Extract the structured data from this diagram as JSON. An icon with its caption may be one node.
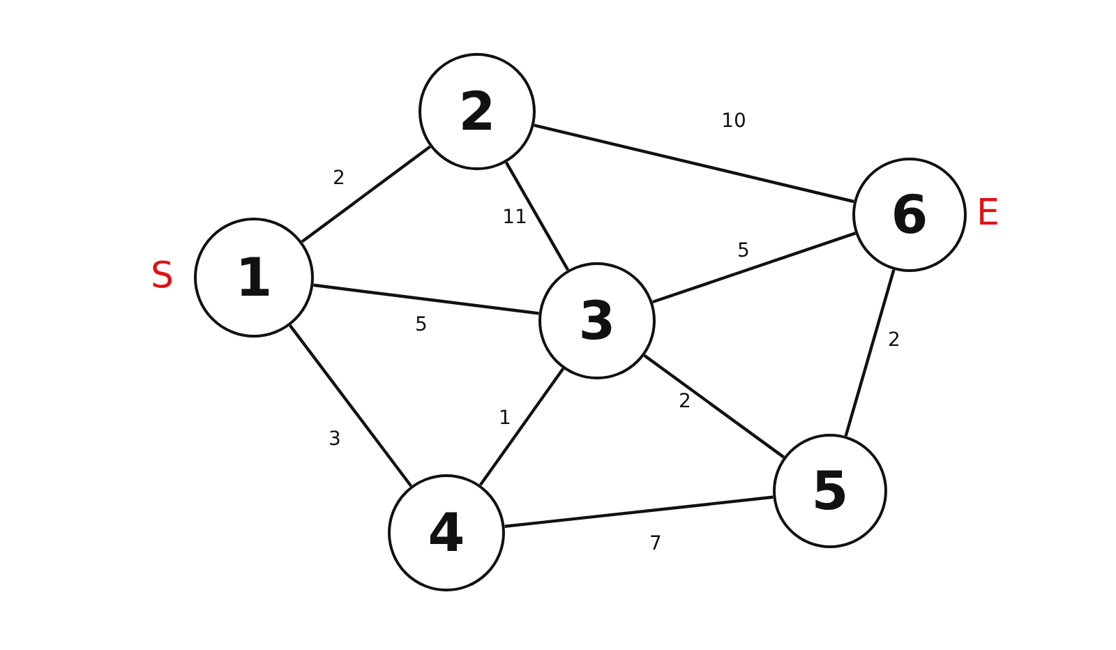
{
  "diagram": {
    "nodes": [
      {
        "text": [
          "1"
        ],
        "beside": [
          "S"
        ]
      },
      {
        "text": [
          "2"
        ]
      },
      {
        "text": [
          "3"
        ]
      },
      {
        "text": [
          "4"
        ]
      },
      {
        "text": [
          "5"
        ]
      },
      {
        "text": [
          "6"
        ],
        "beside": [
          "E"
        ]
      }
    ],
    "edges": [
      {
        "from": 0,
        "to": 1,
        "arrow": "none",
        "label": "2"
      },
      {
        "from": 1,
        "to": 5,
        "arrow": "none",
        "label": "10"
      },
      {
        "from": 1,
        "to": 2,
        "arrow": "none",
        "label": "11"
      },
      {
        "from": 0,
        "to": 2,
        "arrow": "none",
        "label": "5"
      },
      {
        "from": 2,
        "to": 5,
        "arrow": "none",
        "label": "5"
      },
      {
        "from": 5,
        "to": 4,
        "arrow": "none",
        "label": "2"
      },
      {
        "from": 0,
        "to": 3,
        "arrow": "none",
        "label": "3"
      },
      {
        "from": 3,
        "to": 2,
        "arrow": "none",
        "label": "1"
      },
      {
        "from": 2,
        "to": 4,
        "arrow": "none",
        "label": "2"
      },
      {
        "from": 3,
        "to": 4,
        "arrow": "none",
        "label": "7"
      }
    ]
  }
}
